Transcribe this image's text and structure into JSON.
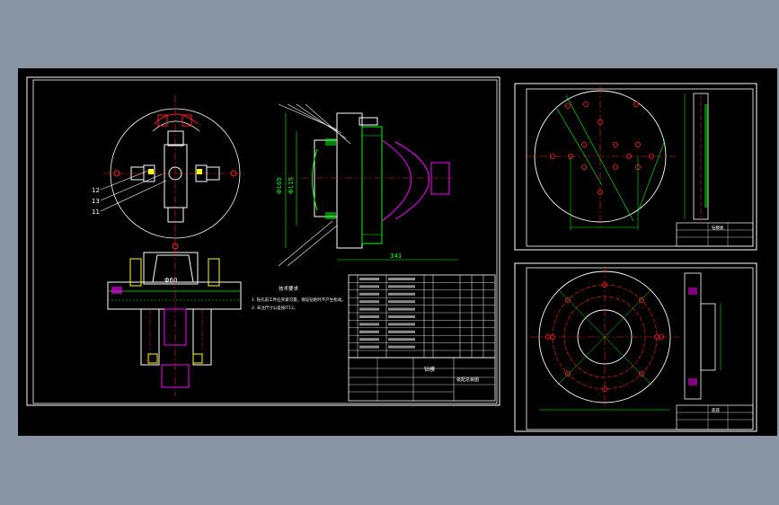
{
  "colors": {
    "background": "#8a95a3",
    "canvas": "#000000",
    "frame": "#ffffff",
    "green": "#00ff00",
    "red": "#ff2020",
    "yellow": "#ffff00",
    "magenta": "#ff00ff",
    "cyan": "#00ffff",
    "blue": "#2060ff"
  },
  "sheet_main": {
    "leader_numbers": [
      "12",
      "13",
      "11"
    ],
    "dim_diameter_1": "Φ165",
    "dim_diameter_2": "Φ115",
    "dim_width": "341",
    "dim_center_dia": "Φ60",
    "notes_title": "技术要求",
    "notes": [
      "1. 钻孔前工件应夹紧可靠，保证钻削时不产生松动。",
      "2. 未注尺寸公差按IT12。"
    ],
    "title_name": "钻模",
    "drawing_title": "装配总装图"
  },
  "sheet_top_right": {
    "title": "钻模板"
  },
  "sheet_bottom_right": {
    "title": "底座"
  }
}
